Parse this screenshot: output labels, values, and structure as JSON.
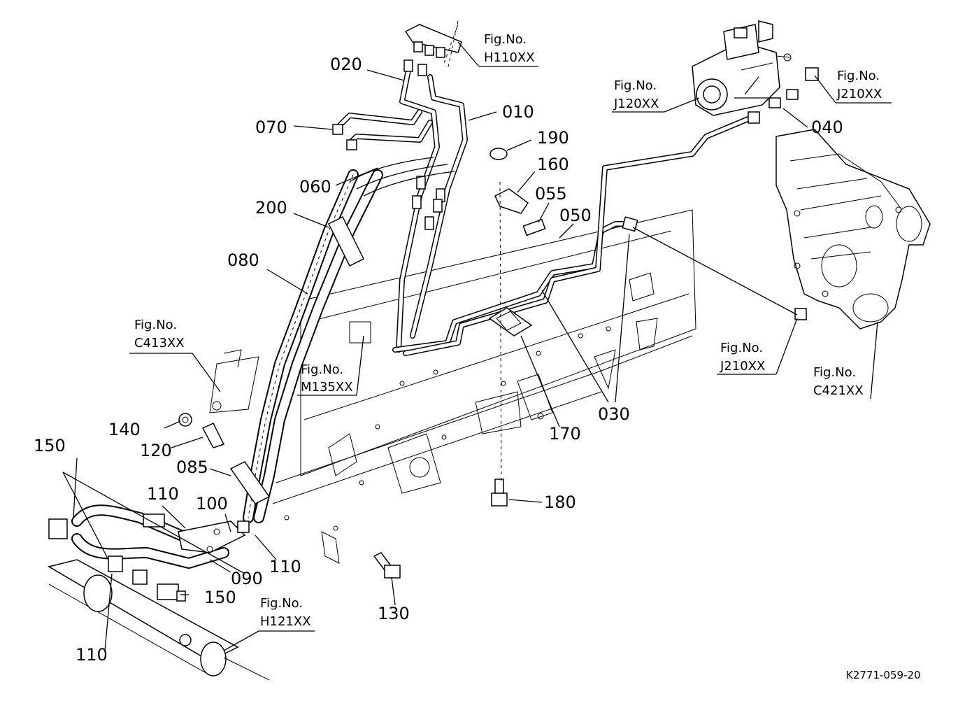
{
  "diagram": {
    "code": "K2771-059-20",
    "parts": [
      "010",
      "020",
      "030",
      "040",
      "050",
      "055",
      "060",
      "070",
      "080",
      "085",
      "090",
      "100",
      "110",
      "110",
      "110",
      "120",
      "130",
      "140",
      "150",
      "150",
      "160",
      "170",
      "180",
      "190",
      "200"
    ],
    "fig_refs": [
      {
        "title": "Fig.No.",
        "number": "H110XX"
      },
      {
        "title": "Fig.No.",
        "number": "J120XX"
      },
      {
        "title": "Fig.No.",
        "number": "J210XX"
      },
      {
        "title": "Fig.No.",
        "number": "C413XX"
      },
      {
        "title": "Fig.No.",
        "number": "M135XX"
      },
      {
        "title": "Fig.No.",
        "number": "J210XX"
      },
      {
        "title": "Fig.No.",
        "number": "C421XX"
      },
      {
        "title": "Fig.No.",
        "number": "H121XX"
      }
    ]
  }
}
